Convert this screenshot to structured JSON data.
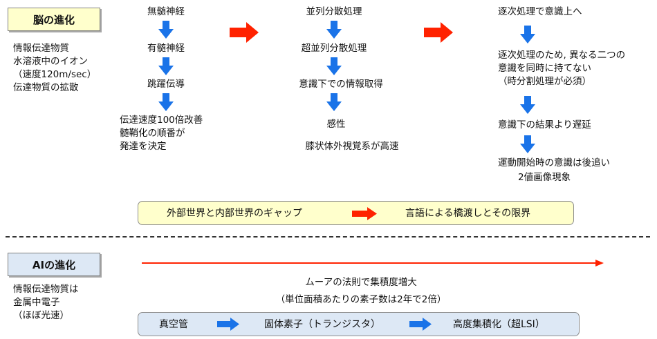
{
  "brain": {
    "title": "脳の進化",
    "left_note": "情報伝達物質\n水溶液中のイオン\n（速度120m/sec）\n伝達物質の拡散",
    "col1": {
      "step1": "無髄神経",
      "step2": "有髄神経",
      "step3": "跳躍伝導",
      "step4": "伝達速度100倍改善\n髄鞘化の順番が\n発達を決定"
    },
    "col2": {
      "step1": "並列分散処理",
      "step2": "超並列分散処理",
      "step3": "意識下での情報取得",
      "step4": "感性",
      "step5": "膝状体外視覚系が高速"
    },
    "col3": {
      "step1": "逐次処理で意識上へ",
      "step2": "逐次処理のため, 異なる二つの\n意識を同時に持てない\n（時分割処理が必須）",
      "step3": "意識下の結果より遅延",
      "step4": "運動開始時の意識は後追い",
      "step5": "2値画像現象"
    },
    "gap_bar": {
      "left": "外部世界と内部世界のギャップ",
      "right": "言語による橋渡しとその限界"
    }
  },
  "ai": {
    "title": "AIの進化",
    "left_note": "情報伝達物質は\n金属中電子\n（ほぼ光速）",
    "moore_line1": "ムーアの法則で集積度増大",
    "moore_line2": "（単位面積あたりの素子数は2年で2倍）",
    "bar": {
      "item1": "真空管",
      "item2": "固体素子（トランジスタ）",
      "item3": "高度集積化（超LSI）"
    }
  },
  "colors": {
    "brain_fill": "#ffffcc",
    "ai_fill": "#dde8f5",
    "blue_arrow": "#1a73e8",
    "red_arrow": "#ff2200"
  }
}
